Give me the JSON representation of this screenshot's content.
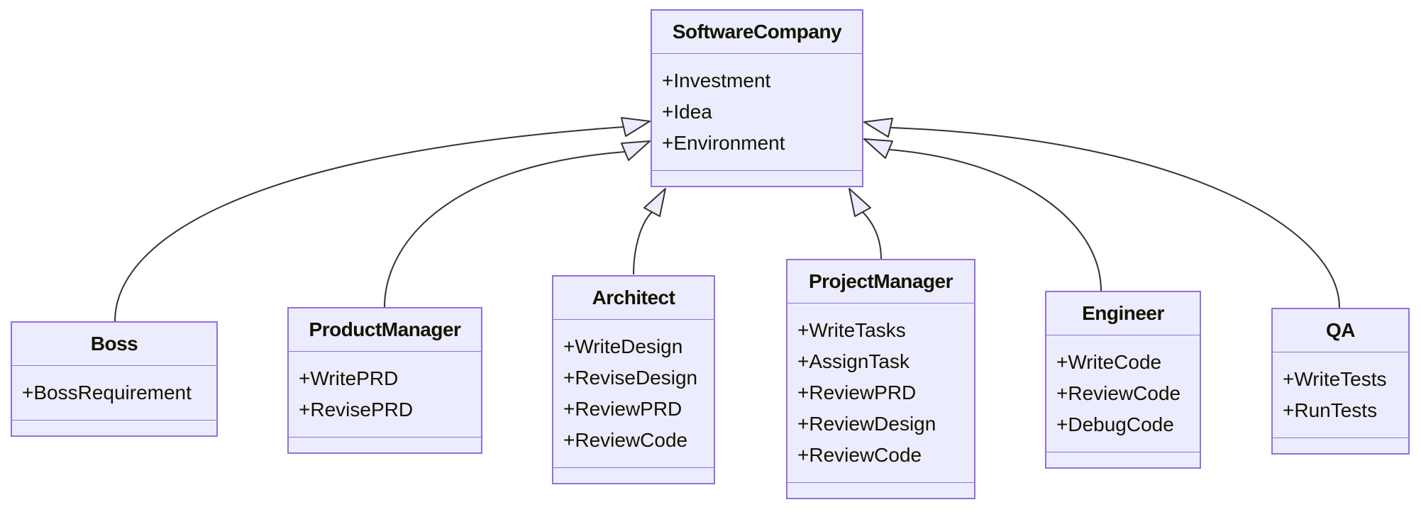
{
  "diagram": {
    "type": "uml-class-diagram",
    "classes": [
      {
        "id": "SoftwareCompany",
        "name": "SoftwareCompany",
        "members": [
          "+Investment",
          "+Idea",
          "+Environment"
        ]
      },
      {
        "id": "Boss",
        "name": "Boss",
        "members": [
          "+BossRequirement"
        ]
      },
      {
        "id": "ProductManager",
        "name": "ProductManager",
        "members": [
          "+WritePRD",
          "+RevisePRD"
        ]
      },
      {
        "id": "Architect",
        "name": "Architect",
        "members": [
          "+WriteDesign",
          "+ReviseDesign",
          "+ReviewPRD",
          "+ReviewCode"
        ]
      },
      {
        "id": "ProjectManager",
        "name": "ProjectManager",
        "members": [
          "+WriteTasks",
          "+AssignTask",
          "+ReviewPRD",
          "+ReviewDesign",
          "+ReviewCode"
        ]
      },
      {
        "id": "Engineer",
        "name": "Engineer",
        "members": [
          "+WriteCode",
          "+ReviewCode",
          "+DebugCode"
        ]
      },
      {
        "id": "QA",
        "name": "QA",
        "members": [
          "+WriteTests",
          "+RunTests"
        ]
      }
    ],
    "relationships": [
      {
        "from": "Boss",
        "to": "SoftwareCompany",
        "type": "inheritance",
        "arrow": "hollow-triangle"
      },
      {
        "from": "ProductManager",
        "to": "SoftwareCompany",
        "type": "inheritance",
        "arrow": "hollow-triangle"
      },
      {
        "from": "Architect",
        "to": "SoftwareCompany",
        "type": "inheritance",
        "arrow": "hollow-triangle"
      },
      {
        "from": "ProjectManager",
        "to": "SoftwareCompany",
        "type": "inheritance",
        "arrow": "hollow-triangle"
      },
      {
        "from": "Engineer",
        "to": "SoftwareCompany",
        "type": "inheritance",
        "arrow": "hollow-triangle"
      },
      {
        "from": "QA",
        "to": "SoftwareCompany",
        "type": "inheritance",
        "arrow": "hollow-triangle"
      }
    ],
    "colors": {
      "node_fill": "#ECECFF",
      "node_border": "#9370DB",
      "edge_stroke": "#333333",
      "text": "#131300",
      "background": "#ffffff"
    }
  }
}
